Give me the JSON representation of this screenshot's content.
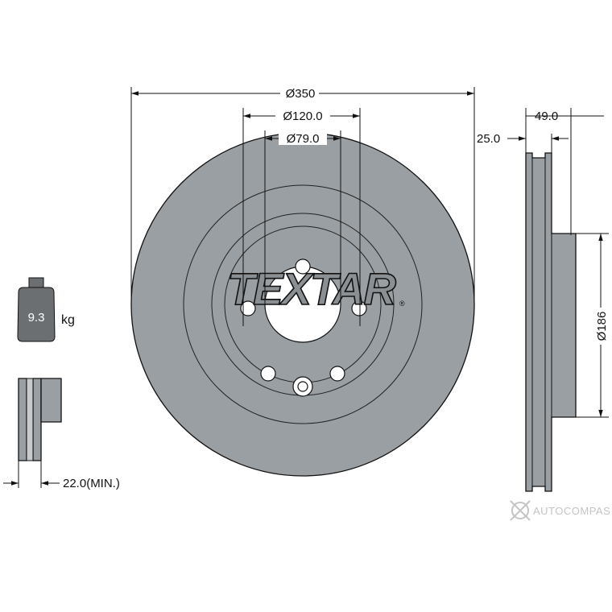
{
  "brand": "TEXTAR",
  "dimensions": {
    "outer_diameter": "Ø350",
    "bolt_circle": "Ø120.0",
    "center_bore": "Ø79.0",
    "hat_height": "25.0",
    "total_height": "49.0",
    "hat_diameter": "Ø186",
    "min_thickness": "22.0(MIN.)"
  },
  "weight": {
    "value": "9.3",
    "unit": "kg"
  },
  "watermark": "AUTOCOMPAS",
  "colors": {
    "disc_fill": "#9a9fa3",
    "outline": "#111111",
    "watermark": "#c4c4c4"
  }
}
